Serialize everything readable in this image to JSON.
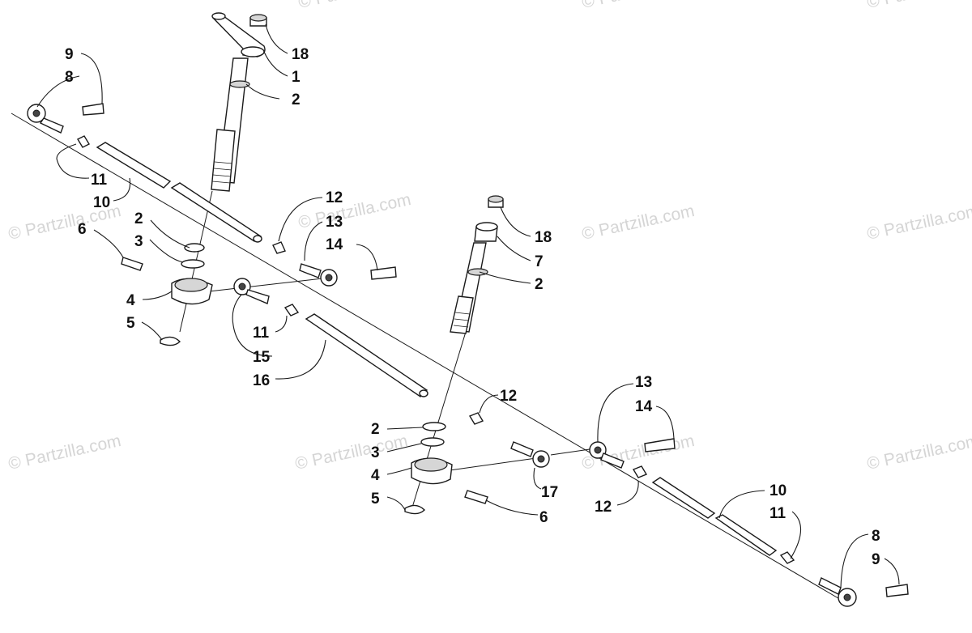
{
  "watermark": {
    "text": "© Partzilla.com",
    "color": "#c8c8c8"
  },
  "callouts": [
    {
      "id": "c9a",
      "label": "9"
    },
    {
      "id": "c8a",
      "label": "8"
    },
    {
      "id": "c18a",
      "label": "18"
    },
    {
      "id": "c1",
      "label": "1"
    },
    {
      "id": "c2a",
      "label": "2"
    },
    {
      "id": "c11a",
      "label": "11"
    },
    {
      "id": "c10a",
      "label": "10"
    },
    {
      "id": "c2b",
      "label": "2"
    },
    {
      "id": "c6a",
      "label": "6"
    },
    {
      "id": "c3a",
      "label": "3"
    },
    {
      "id": "c12a",
      "label": "12"
    },
    {
      "id": "c13a",
      "label": "13"
    },
    {
      "id": "c14a",
      "label": "14"
    },
    {
      "id": "c4a",
      "label": "4"
    },
    {
      "id": "c5a",
      "label": "5"
    },
    {
      "id": "c11b",
      "label": "11"
    },
    {
      "id": "c15",
      "label": "15"
    },
    {
      "id": "c16",
      "label": "16"
    },
    {
      "id": "c18b",
      "label": "18"
    },
    {
      "id": "c7",
      "label": "7"
    },
    {
      "id": "c2c",
      "label": "2"
    },
    {
      "id": "c12b",
      "label": "12"
    },
    {
      "id": "c2d",
      "label": "2"
    },
    {
      "id": "c3b",
      "label": "3"
    },
    {
      "id": "c4b",
      "label": "4"
    },
    {
      "id": "c5b",
      "label": "5"
    },
    {
      "id": "c6b",
      "label": "6"
    },
    {
      "id": "c17",
      "label": "17"
    },
    {
      "id": "c13b",
      "label": "13"
    },
    {
      "id": "c14b",
      "label": "14"
    },
    {
      "id": "c12c",
      "label": "12"
    },
    {
      "id": "c10b",
      "label": "10"
    },
    {
      "id": "c11c",
      "label": "11"
    },
    {
      "id": "c8b",
      "label": "8"
    },
    {
      "id": "c9b",
      "label": "9"
    }
  ]
}
